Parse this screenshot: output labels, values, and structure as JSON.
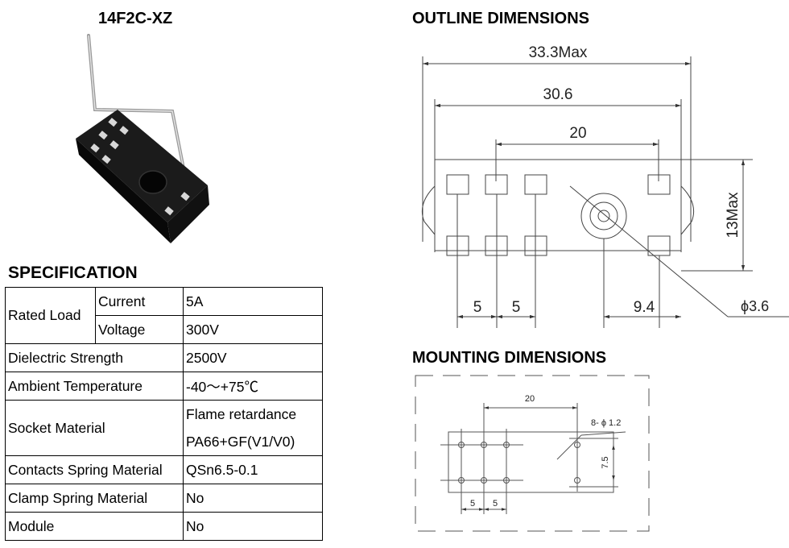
{
  "product": {
    "model": "14F2C-XZ"
  },
  "headings": {
    "outline": "OUTLINE DIMENSIONS",
    "specification": "SPECIFICATION",
    "mounting": "MOUNTING DIMENSIONS"
  },
  "specification": {
    "rated_load": {
      "label": "Rated Load",
      "current_label": "Current",
      "current_value": "5A",
      "voltage_label": "Voltage",
      "voltage_value": "300V"
    },
    "rows": [
      {
        "label": "Dielectric Strength",
        "value": "2500V"
      },
      {
        "label": "Ambient Temperature",
        "value": "-40～+75℃"
      },
      {
        "label": "Socket Material",
        "value_line1": "Flame retardance",
        "value_line2": "PA66+GF(V1/V0)"
      },
      {
        "label": "Contacts Spring Material",
        "value": "QSn6.5-0.1"
      },
      {
        "label": "Clamp Spring Material",
        "value": "No"
      },
      {
        "label": "Module",
        "value": "No"
      }
    ]
  },
  "outline_dimensions": {
    "overall_length": "33.3Max",
    "body_length": "30.6",
    "pin_span": "20",
    "height": "13Max",
    "pitch_a": "5",
    "pitch_b": "5",
    "offset": "9.4",
    "hole_diameter": "ϕ3.6"
  },
  "mounting_dimensions": {
    "pin_span": "20",
    "hole_spec": "8- ϕ 1.2",
    "row_spacing": "7.5",
    "pitch_a": "5",
    "pitch_b": "5"
  }
}
